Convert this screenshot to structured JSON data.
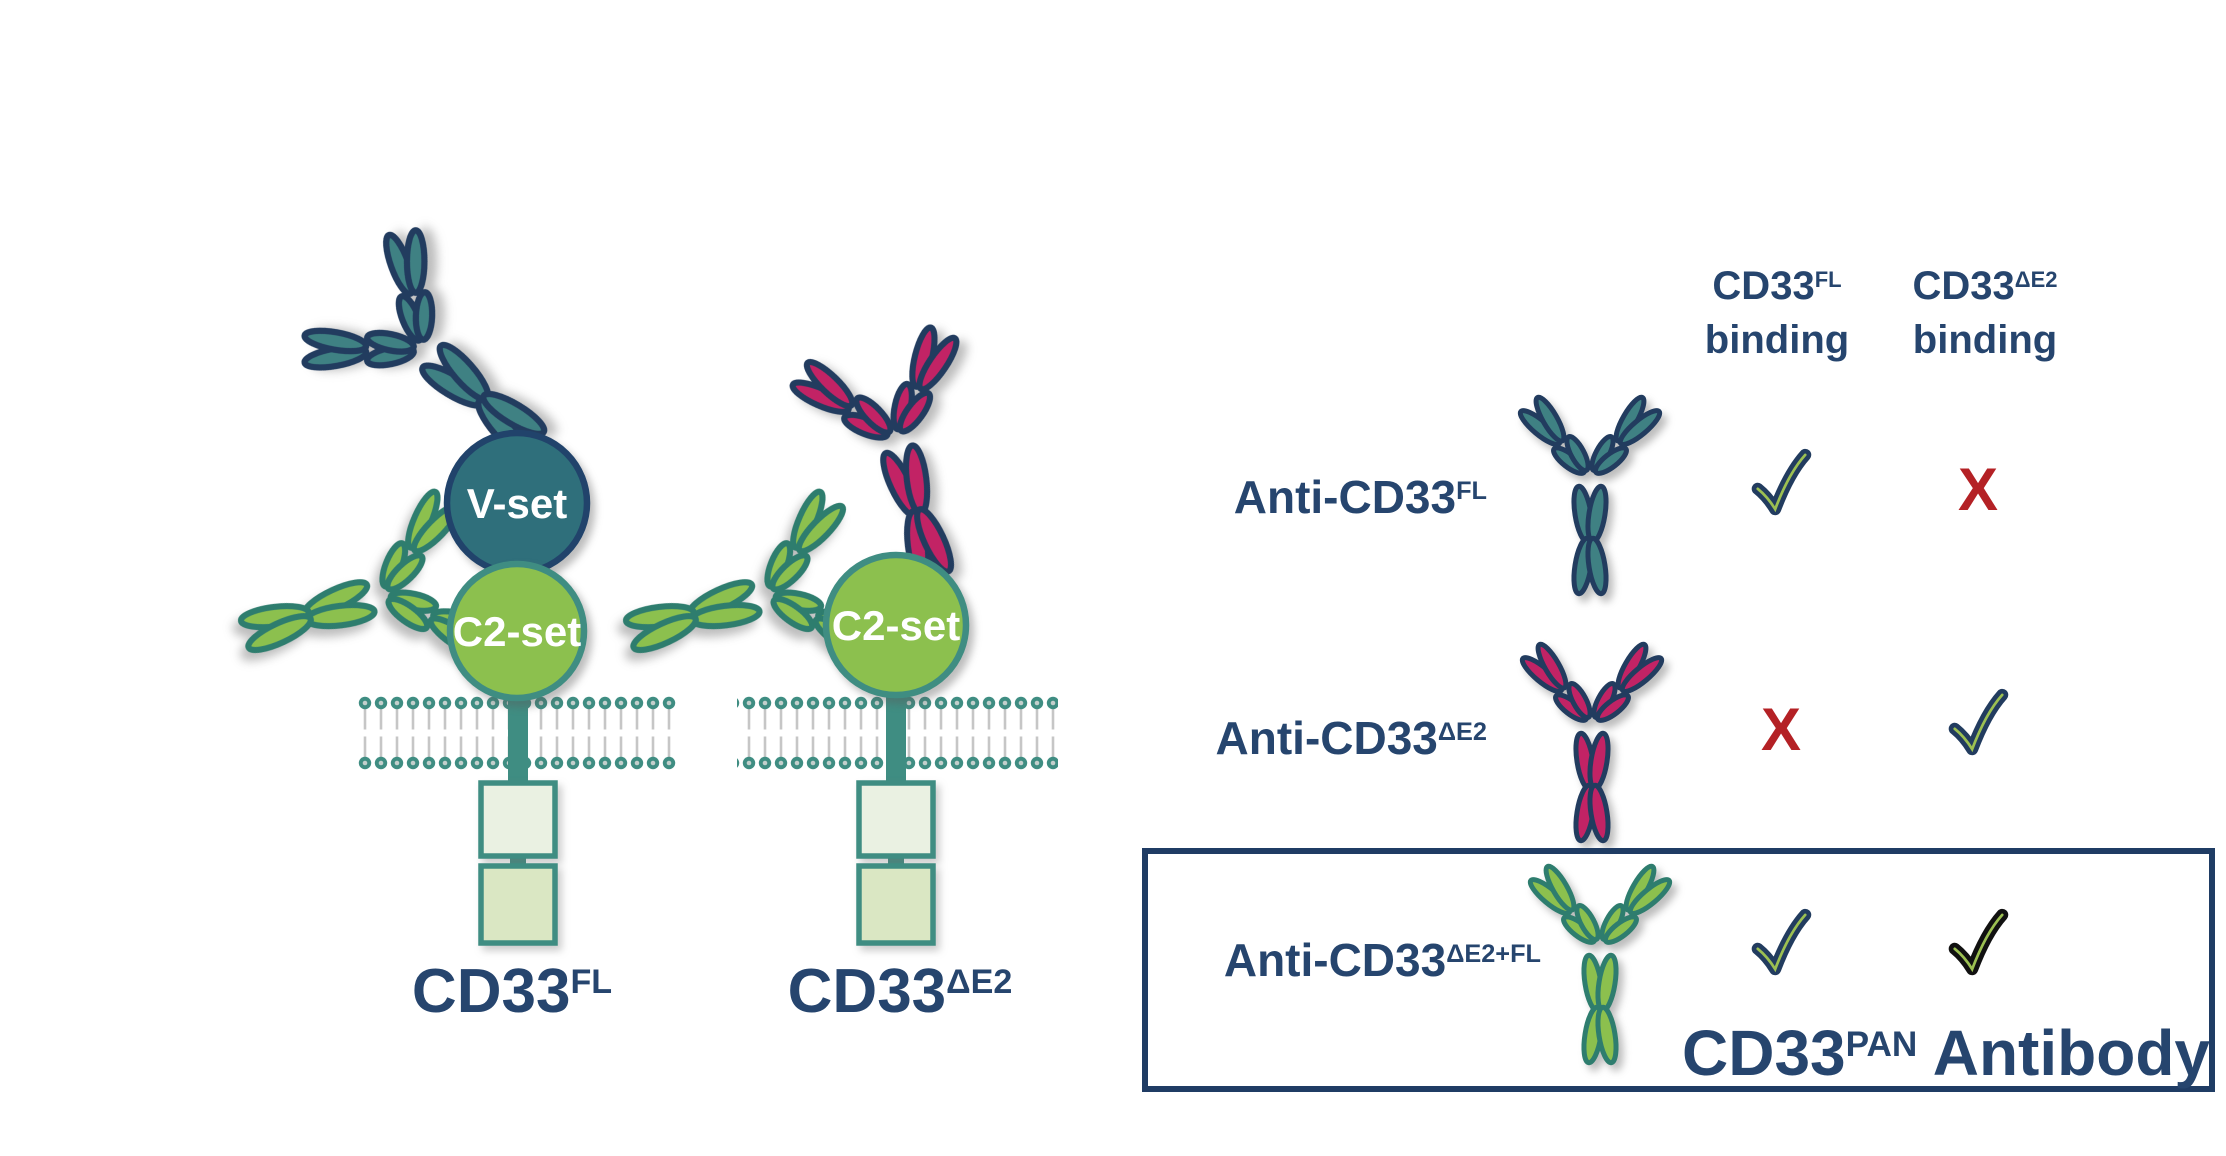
{
  "figure": {
    "description": "CD33 isoform antibody binding diagram"
  },
  "colors": {
    "navy_text": "#26456E",
    "navy_outline": "#223C5F",
    "box_border": "#1F3C64",
    "teal_antibody_fill": "#3F8183",
    "vset_circle_fill": "#2F6F7B",
    "c2set_circle_fill": "#8CC04E",
    "green_antibody_fill": "#8CC04E",
    "green_antibody_outline": "#2E7D6E",
    "magenta_antibody_fill": "#C22365",
    "membrane_teal": "#3F8D82",
    "membrane_tail_gray": "#C6C6C6",
    "square1_fill": "#EAF1E2",
    "square2_fill": "#DAE7C3",
    "red_x": "#B42125",
    "check_navy": "#223C5F",
    "check_black": "#111111",
    "check_inner_green": "#9CC052"
  },
  "left_panel": {
    "receptor_fl": {
      "vset_label": "V-set",
      "c2set_label": "C2-set",
      "name_base": "CD33",
      "name_sup": "FL"
    },
    "receptor_de2": {
      "c2set_label": "C2-set",
      "name_base": "CD33",
      "name_sup": "ΔE2"
    }
  },
  "binding_table": {
    "columns": [
      {
        "base": "CD33",
        "sup": "FL",
        "line2": "binding"
      },
      {
        "base": "CD33",
        "sup": "ΔE2",
        "line2": "binding"
      }
    ],
    "rows": [
      {
        "label_base": "Anti-CD33",
        "label_sup": "FL",
        "antibody": "teal-antibody",
        "fl_binding": "check",
        "de2_binding": "x"
      },
      {
        "label_base": "Anti-CD33",
        "label_sup": "ΔE2",
        "antibody": "magenta-antibody",
        "fl_binding": "x",
        "de2_binding": "check"
      },
      {
        "label_base": "Anti-CD33",
        "label_sup": "ΔE2+FL",
        "antibody": "green-antibody",
        "fl_binding": "check",
        "de2_binding": "check"
      }
    ],
    "x_glyph": "X",
    "pan_caption": {
      "base": "CD33",
      "sup": "PAN",
      "rest": " Antibody"
    }
  }
}
